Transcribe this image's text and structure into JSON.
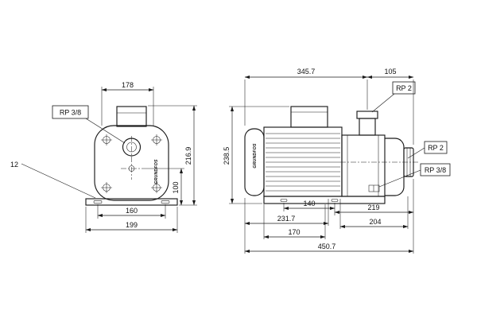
{
  "colors": {
    "ink": "#1a1a1a",
    "background": "#ffffff"
  },
  "front_view": {
    "logo": "GRUNDFOS",
    "dim_top_width": "178",
    "port_label": "RP 3/8",
    "hole_label": "12",
    "dim_total_height": "216.9",
    "dim_shaft_height": "100",
    "dim_bolt_spacing": "160",
    "dim_base_width": "199"
  },
  "side_view": {
    "logo": "GRUNDFOS",
    "dim_length_to_port": "345.7",
    "dim_port_to_end": "105",
    "discharge_port_label": "RP 2",
    "suction_port_label": "RP 2",
    "drain_port_label": "RP 3/8",
    "dim_total_height": "238.5",
    "dim_bolt_spacing": "140",
    "dim_bolt_to_end": "219",
    "dim_motor_section": "231.7",
    "dim_pump_section": "204",
    "dim_base_length": "170",
    "dim_total_length": "450.7"
  }
}
